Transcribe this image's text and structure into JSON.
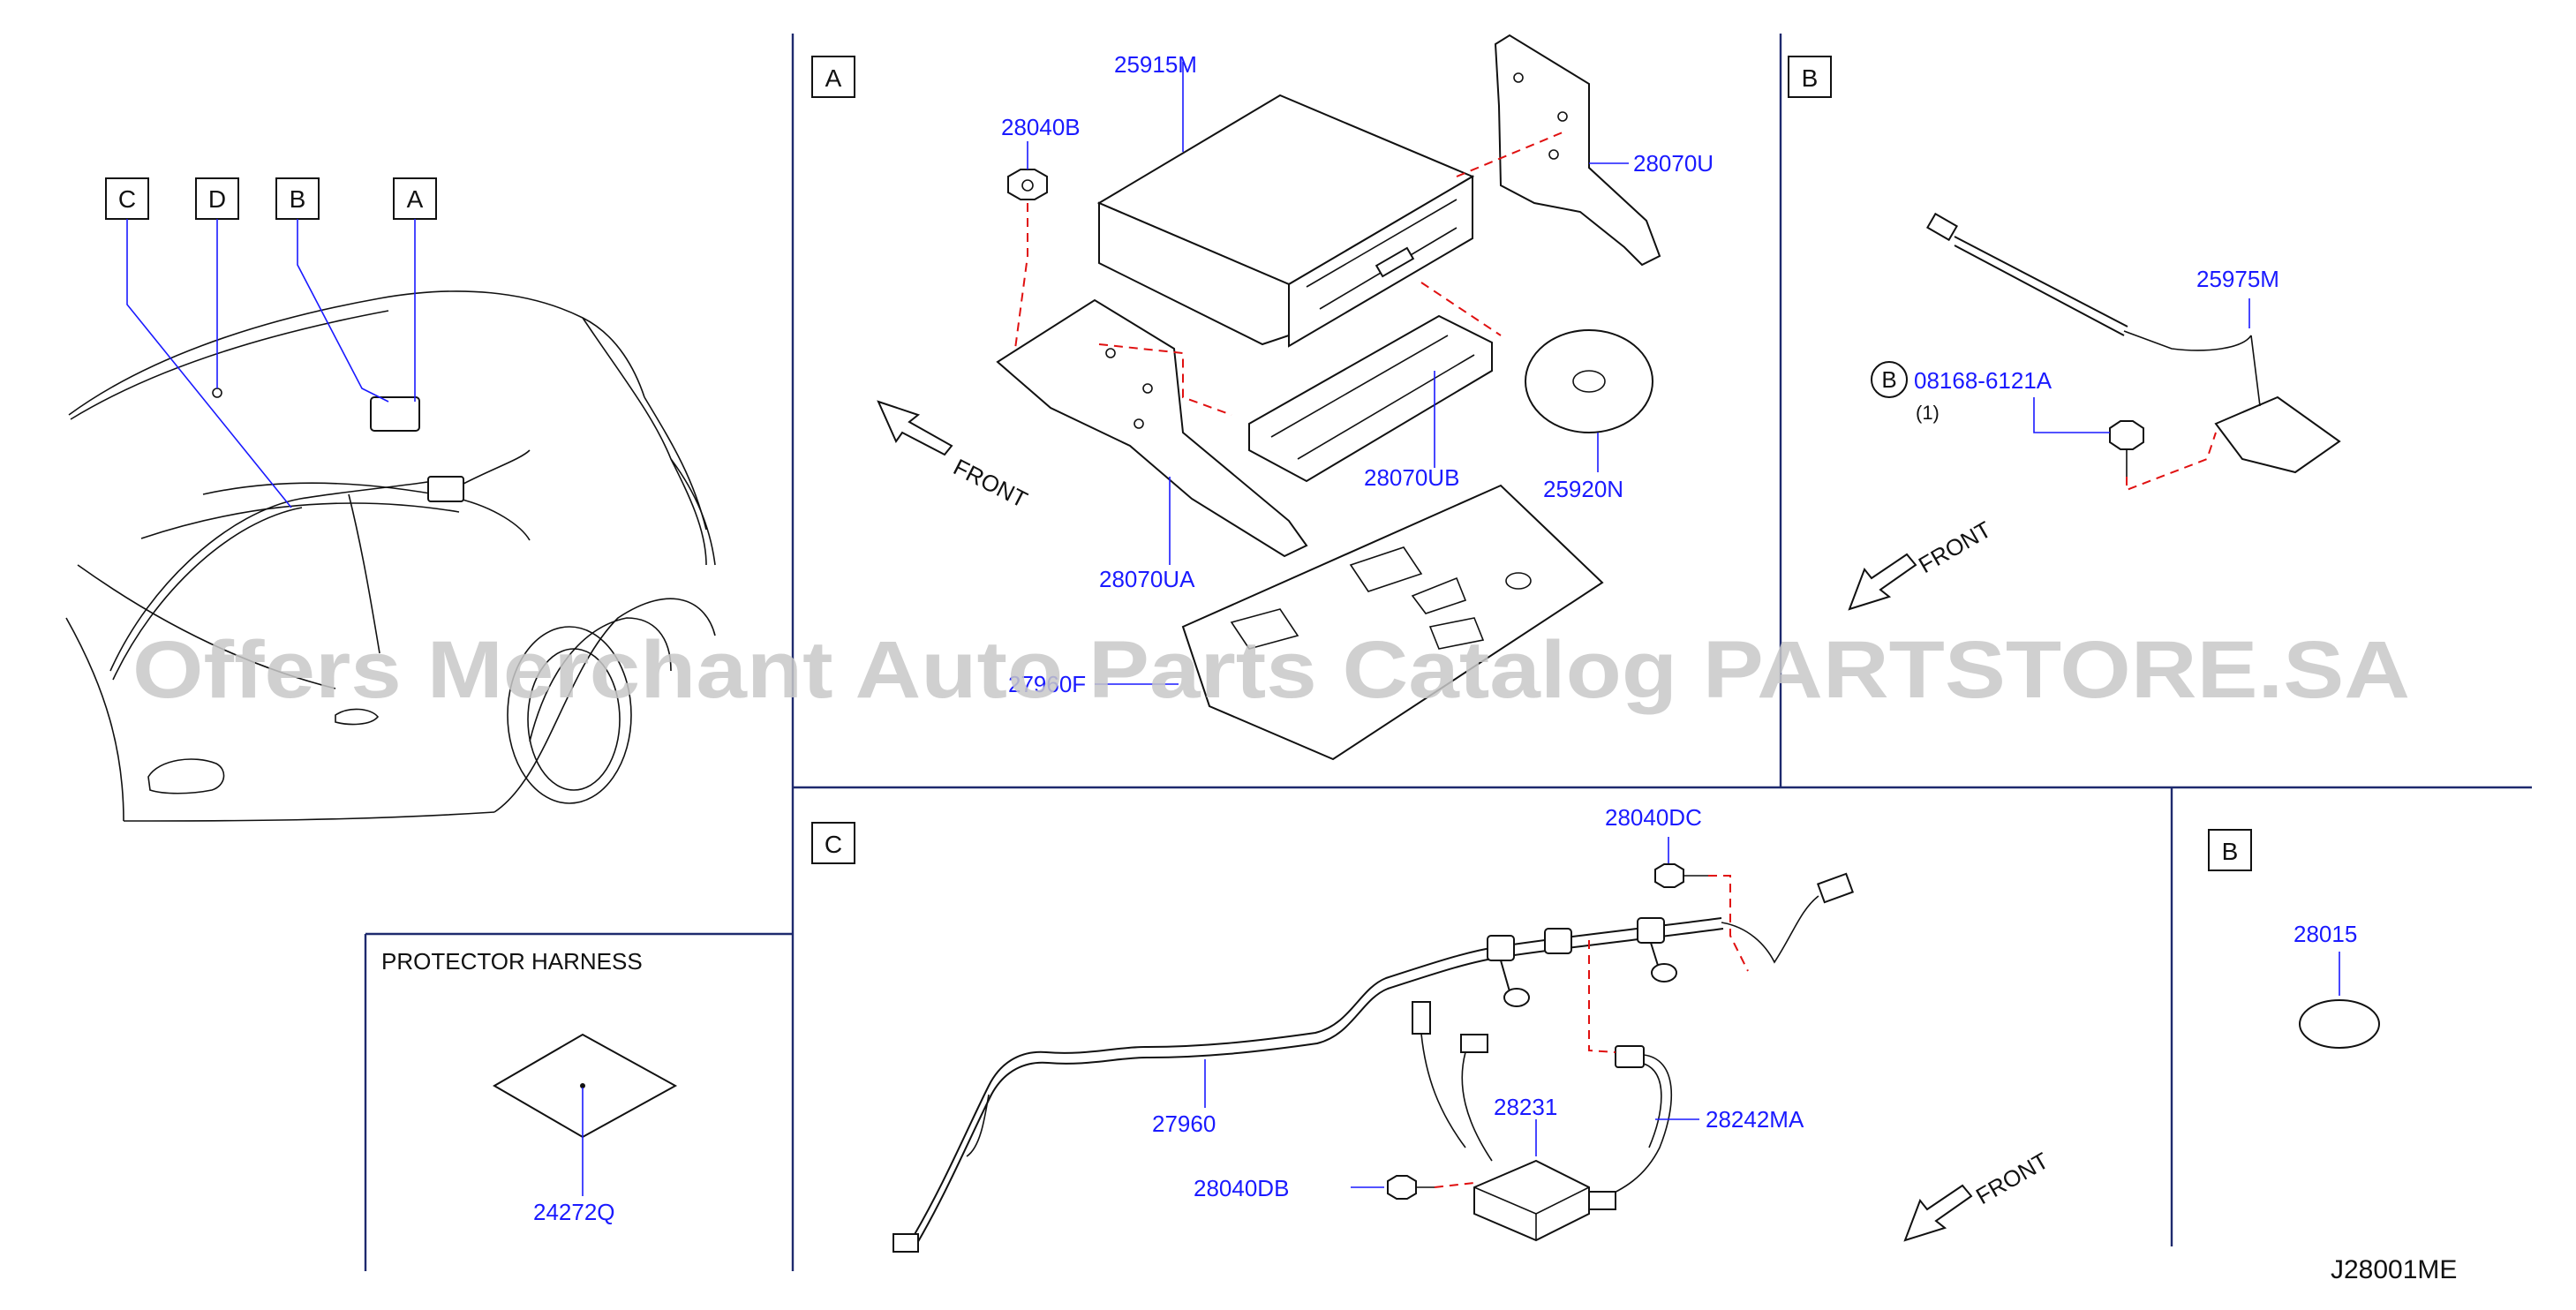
{
  "watermark": "Offers Merchant Auto Parts Catalog PARTSTORE.SA",
  "diagram_code": "J28001ME",
  "front_label": "FRONT",
  "overview": {
    "callouts": [
      "C",
      "D",
      "B",
      "A"
    ]
  },
  "panel_a": {
    "tag": "A",
    "parts": {
      "p25915m": "25915M",
      "p28040b": "28040B",
      "p28070u": "28070U",
      "p28070ub": "28070UB",
      "p25920n": "25920N",
      "p28070ua": "28070UA",
      "p27960f": "27960F"
    }
  },
  "panel_b_top": {
    "tag": "B",
    "parts": {
      "p25975m": "25975M",
      "p08168": "08168-6121A",
      "qty": "(1)",
      "circle_b": "B"
    }
  },
  "protector": {
    "title": "PROTECTOR   HARNESS",
    "part": "24272Q"
  },
  "panel_c": {
    "tag": "C",
    "parts": {
      "p28040dc": "28040DC",
      "p27960": "27960",
      "p28231": "28231",
      "p28242ma": "28242MA",
      "p28040db": "28040DB"
    }
  },
  "panel_b_small": {
    "tag": "B",
    "part": "28015"
  }
}
